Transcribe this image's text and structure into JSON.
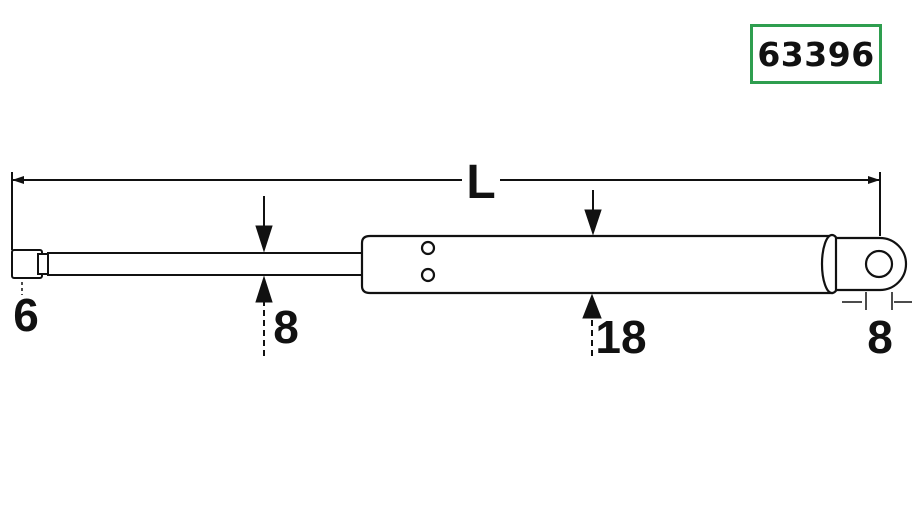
{
  "part_number": "63396",
  "colors": {
    "badge_border": "#2e9e4f",
    "ink": "#111111"
  },
  "dimensions": {
    "length_label": "L",
    "rod_end_label": "6",
    "rod_diameter_label": "8",
    "body_diameter_label": "18",
    "eye_width_label": "8"
  }
}
